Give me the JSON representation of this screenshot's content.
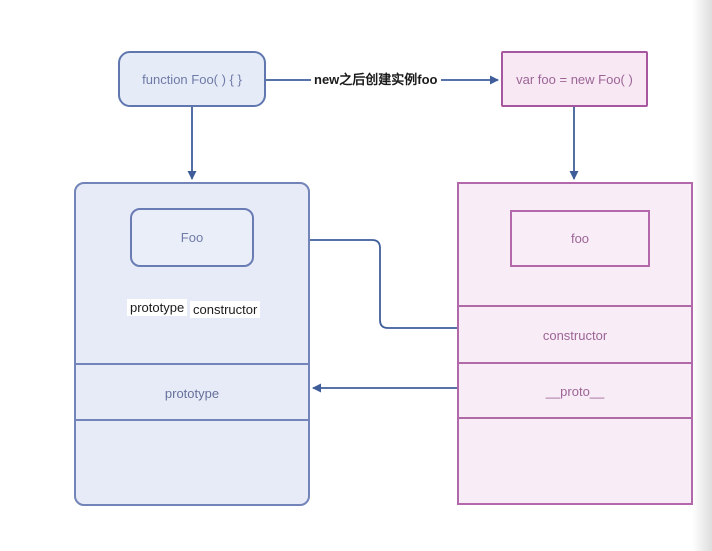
{
  "nodes": {
    "function_box": "function Foo( ) { }",
    "instance_box": "var foo = new Foo( )",
    "foo_class_box": "Foo",
    "foo_instance_box": "foo",
    "prototype_row": "prototype",
    "constructor_row": "constructor",
    "proto_row": "__proto__"
  },
  "edge_labels": {
    "new_instance": "new之后创建实例foo",
    "prototype": "prototype",
    "constructor": "constructor"
  },
  "colors": {
    "blue_node_border": "#5f76ae",
    "blue_container_border": "#7384b8",
    "blue_fill": "#e7ebf7",
    "blue_text": "#6e7ba6",
    "pink_node_border": "#a757a0",
    "pink_container_border": "#b268aa",
    "pink_fill": "#f8ecf6",
    "pink_text": "#9c6596",
    "arrow": "#3f5e99",
    "edge_label_text": "#1b1b1b",
    "background": "#ffffff",
    "page_edge_shadow": "#e3e3e3"
  }
}
